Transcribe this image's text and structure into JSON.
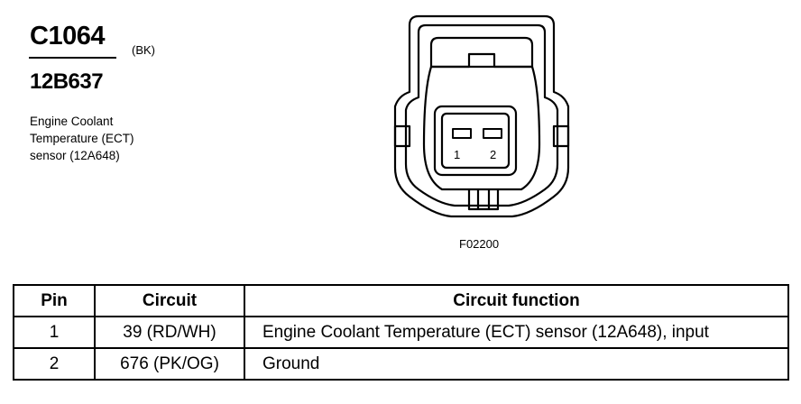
{
  "connector": {
    "id": "C1064",
    "color": "(BK)",
    "part_number": "12B637",
    "description": "Engine Coolant\nTemperature (ECT)\nsensor (12A648)",
    "figure_id": "F02200",
    "cavity_labels": [
      "1",
      "2"
    ]
  },
  "pin_table": {
    "headers": [
      "Pin",
      "Circuit",
      "Circuit function"
    ],
    "rows": [
      {
        "pin": "1",
        "circuit": "39 (RD/WH)",
        "function": "Engine Coolant Temperature (ECT) sensor (12A648), input"
      },
      {
        "pin": "2",
        "circuit": "676 (PK/OG)",
        "function": "Ground"
      }
    ]
  }
}
